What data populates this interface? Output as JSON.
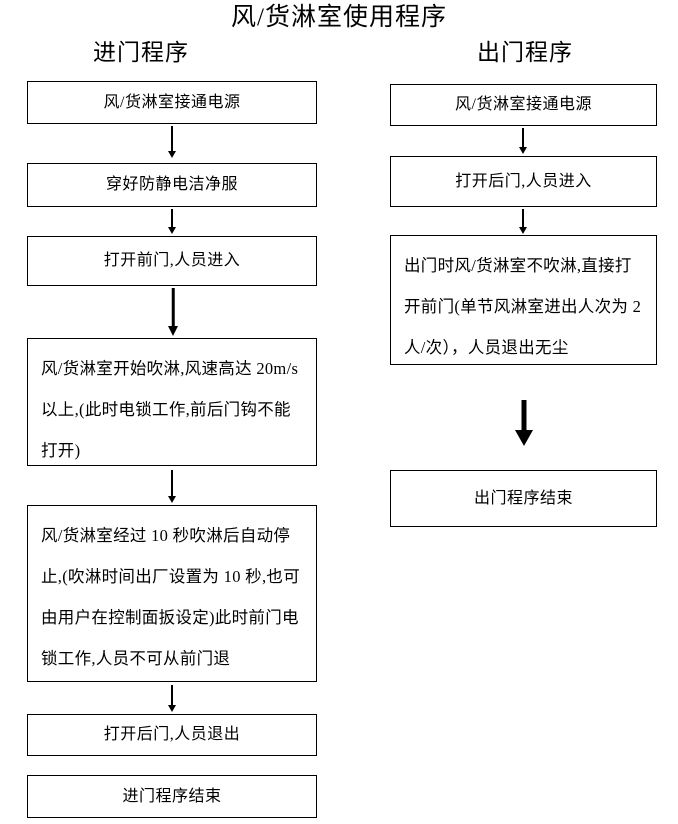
{
  "title": "风/货淋室使用程序",
  "columns": {
    "entry_header": "进门程序",
    "exit_header": "出门程序"
  },
  "entry_flow": {
    "steps": [
      {
        "id": "entry-power",
        "text": "风/货淋室接通电源"
      },
      {
        "id": "entry-suit",
        "text": "穿好防静电洁净服"
      },
      {
        "id": "entry-front-door",
        "text": "打开前门,人员进入"
      },
      {
        "id": "entry-blow",
        "text": "风/货淋室开始吹淋,风速高达 20m/s 以上,(此时电锁工作,前后门钩不能打开)"
      },
      {
        "id": "entry-stop",
        "text": "风/货淋室经过 10 秒吹淋后自动停止,(吹淋时间出厂设置为 10 秒,也可由用户在控制面扳设定)此时前门电锁工作,人员不可从前门退"
      },
      {
        "id": "entry-rear-door",
        "text": "打开后门,人员退出"
      },
      {
        "id": "entry-end",
        "text": "进门程序结束"
      }
    ]
  },
  "exit_flow": {
    "steps": [
      {
        "id": "exit-power",
        "text": "风/货淋室接通电源"
      },
      {
        "id": "exit-rear-door",
        "text": "打开后门,人员进入"
      },
      {
        "id": "exit-no-blow",
        "text": "出门时风/货淋室不吹淋,直接打开前门(单节风淋室进出人次为 2 人/次），人员退出无尘"
      },
      {
        "id": "exit-end",
        "text": "出门程序结束"
      }
    ]
  },
  "arrows": {
    "icon": "arrow-down-icon",
    "count_entry": 5,
    "count_exit": 3
  },
  "colors": {
    "background": "#ffffff",
    "stroke": "#000000",
    "text": "#000000"
  }
}
